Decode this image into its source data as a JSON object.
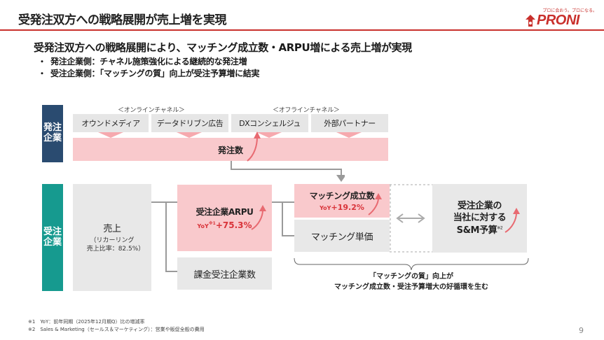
{
  "header": {
    "title": "受発注双方への戦略展開が売上増を実現",
    "logo_tagline": "プロに会おう。プロになる。",
    "logo_text": "PRONI"
  },
  "summary": {
    "headline": "受発注双方への戦略展開により、マッチング成立数・ARPU増による売上増が実現",
    "bullets": [
      "発注企業側：チャネル施策強化による継続的な発注増",
      "受注企業側：「マッチングの質」向上が受注予算増に結実"
    ],
    "bullet_marker": "・"
  },
  "ordering_side": {
    "label_lines": [
      "発注",
      "企業"
    ],
    "online_group": "＜オンラインチャネル＞",
    "offline_group": "＜オフラインチャネル＞",
    "channels": [
      "オウンドメディア",
      "データドリブン広告",
      "DXコンシェルジュ",
      "外部パートナー"
    ],
    "orders_label": "発注数"
  },
  "receiving_side": {
    "label_lines": [
      "受注",
      "企業"
    ],
    "sales": {
      "title": "売上",
      "sub_lines": [
        "（リカーリング",
        "売上比率：82.5%）"
      ]
    },
    "arpu": {
      "title": "受注企業ARPU",
      "yoy_prefix": "YoY",
      "yoy_note": "※1",
      "yoy_value": "+75.3%"
    },
    "paying_companies": "課金受注企業数",
    "matches": {
      "title": "マッチング成立数",
      "yoy_prefix": "YoY",
      "yoy_value": "+19.2%"
    },
    "match_price": "マッチング単価",
    "sm_budget": {
      "lines": [
        "受注企業の",
        "当社に対する",
        "S&M予算"
      ],
      "note": "※2"
    },
    "caption_lines": [
      "「マッチングの質」向上が",
      "マッチング成立数・受注予算増大の好循環を生む"
    ]
  },
  "footnotes": [
    "※1　YoY：前年同期（2025年12月期Q）比の増減率",
    "※2　Sales & Marketing（セールス＆マーケティング）：営業や販促全般の費用"
  ],
  "page_number": "9",
  "colors": {
    "accent_red": "#c9302c",
    "navy": "#2a4b70",
    "teal": "#169a8f",
    "pink": "#f9c9cc",
    "gray_box": "#e8e8e8"
  }
}
